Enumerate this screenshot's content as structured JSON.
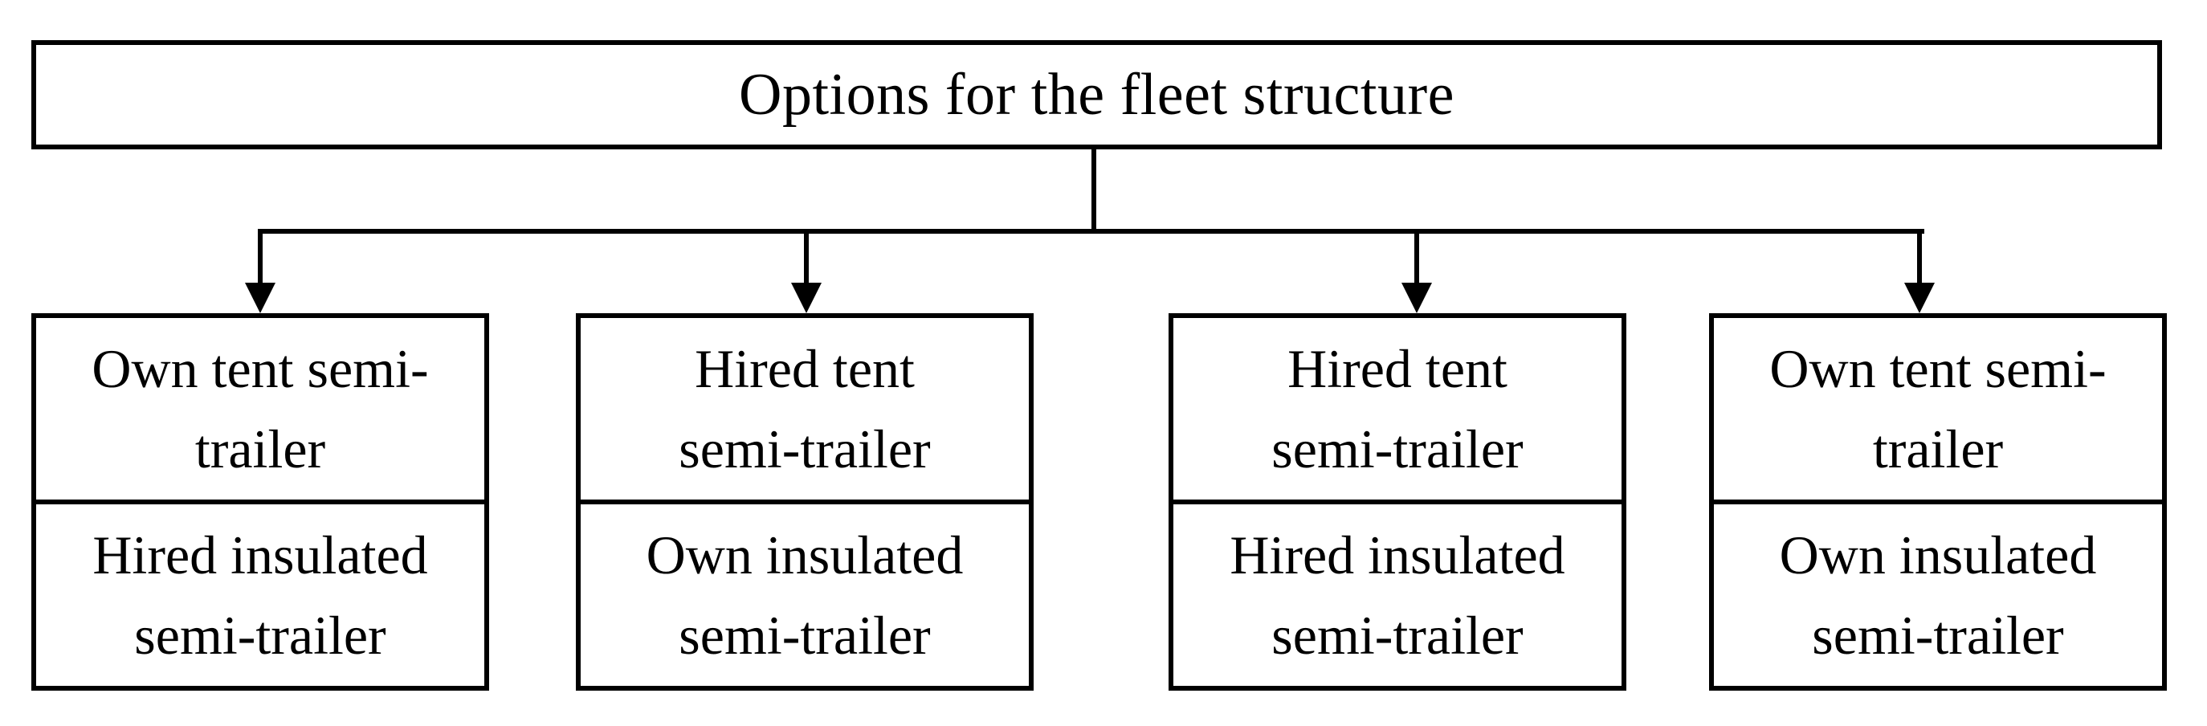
{
  "diagram": {
    "title": "Options for the fleet structure",
    "boxes": [
      {
        "top": [
          "Own tent semi-",
          "trailer"
        ],
        "bottom": [
          "Hired insulated",
          "semi-trailer"
        ]
      },
      {
        "top": [
          "Hired tent",
          "semi-trailer"
        ],
        "bottom": [
          "Own insulated",
          "semi-trailer"
        ]
      },
      {
        "top": [
          "Hired tent",
          "semi-trailer"
        ],
        "bottom": [
          "Hired insulated",
          "semi-trailer"
        ]
      },
      {
        "top": [
          "Own tent semi-",
          "trailer"
        ],
        "bottom": [
          "Own insulated",
          "semi-trailer"
        ]
      }
    ],
    "colors": {
      "line": "#000000",
      "text": "#000000",
      "background": "#ffffff"
    }
  }
}
